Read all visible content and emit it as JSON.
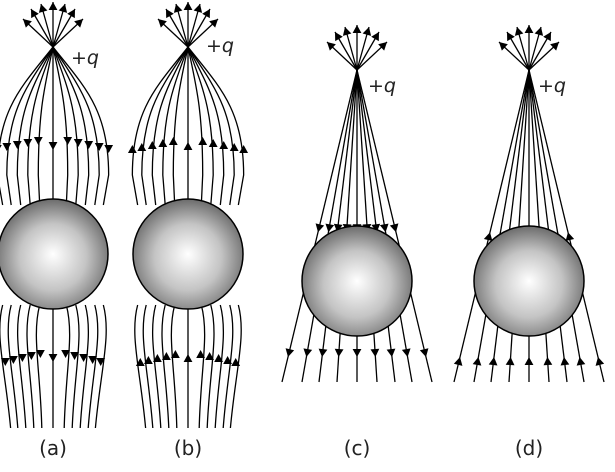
{
  "panels": [
    {
      "id": "a",
      "label": "(a)",
      "charge_label": "+q"
    },
    {
      "id": "b",
      "label": "(b)",
      "charge_label": "+q"
    },
    {
      "id": "c",
      "label": "(c)",
      "charge_label": "+q"
    },
    {
      "id": "d",
      "label": "(d)",
      "charge_label": "+q"
    }
  ],
  "colors": {
    "line": "#000000",
    "sphere_light": "#ffffff",
    "sphere_dark": "#6b6b6b"
  }
}
